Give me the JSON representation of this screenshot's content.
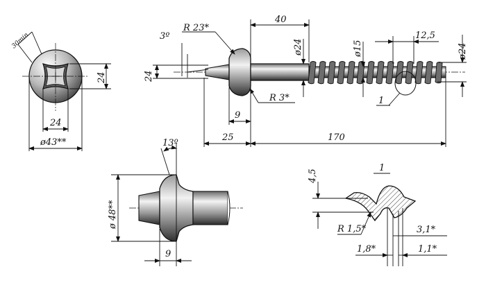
{
  "labels": {
    "head_chamfer_min": "30min",
    "top_head_height": "24",
    "top_socket_width": "24",
    "top_head_diameter": "ø43**",
    "angle_3": "3º",
    "radius_23": "R 23*",
    "side_head_height": "24",
    "radius_3": "R 3*",
    "head_shank_9": "9",
    "head_len_25": "25",
    "shank_40": "40",
    "shank_dia_24": "ø24",
    "thread_root_15": "ø15",
    "pitch_12_5": "12,5",
    "thread_dia_24": "ø24",
    "callout_1": "1",
    "total_170": "170",
    "angle_13": "13º",
    "alt_head_dia": "ø 48**",
    "alt_head_9": "9",
    "detail_title": "1",
    "detail_4_5": "4,5",
    "detail_r15": "R 1,5*",
    "detail_3_1": "3,1*",
    "detail_1_8": "1,8*",
    "detail_1_1": "1,1*"
  }
}
